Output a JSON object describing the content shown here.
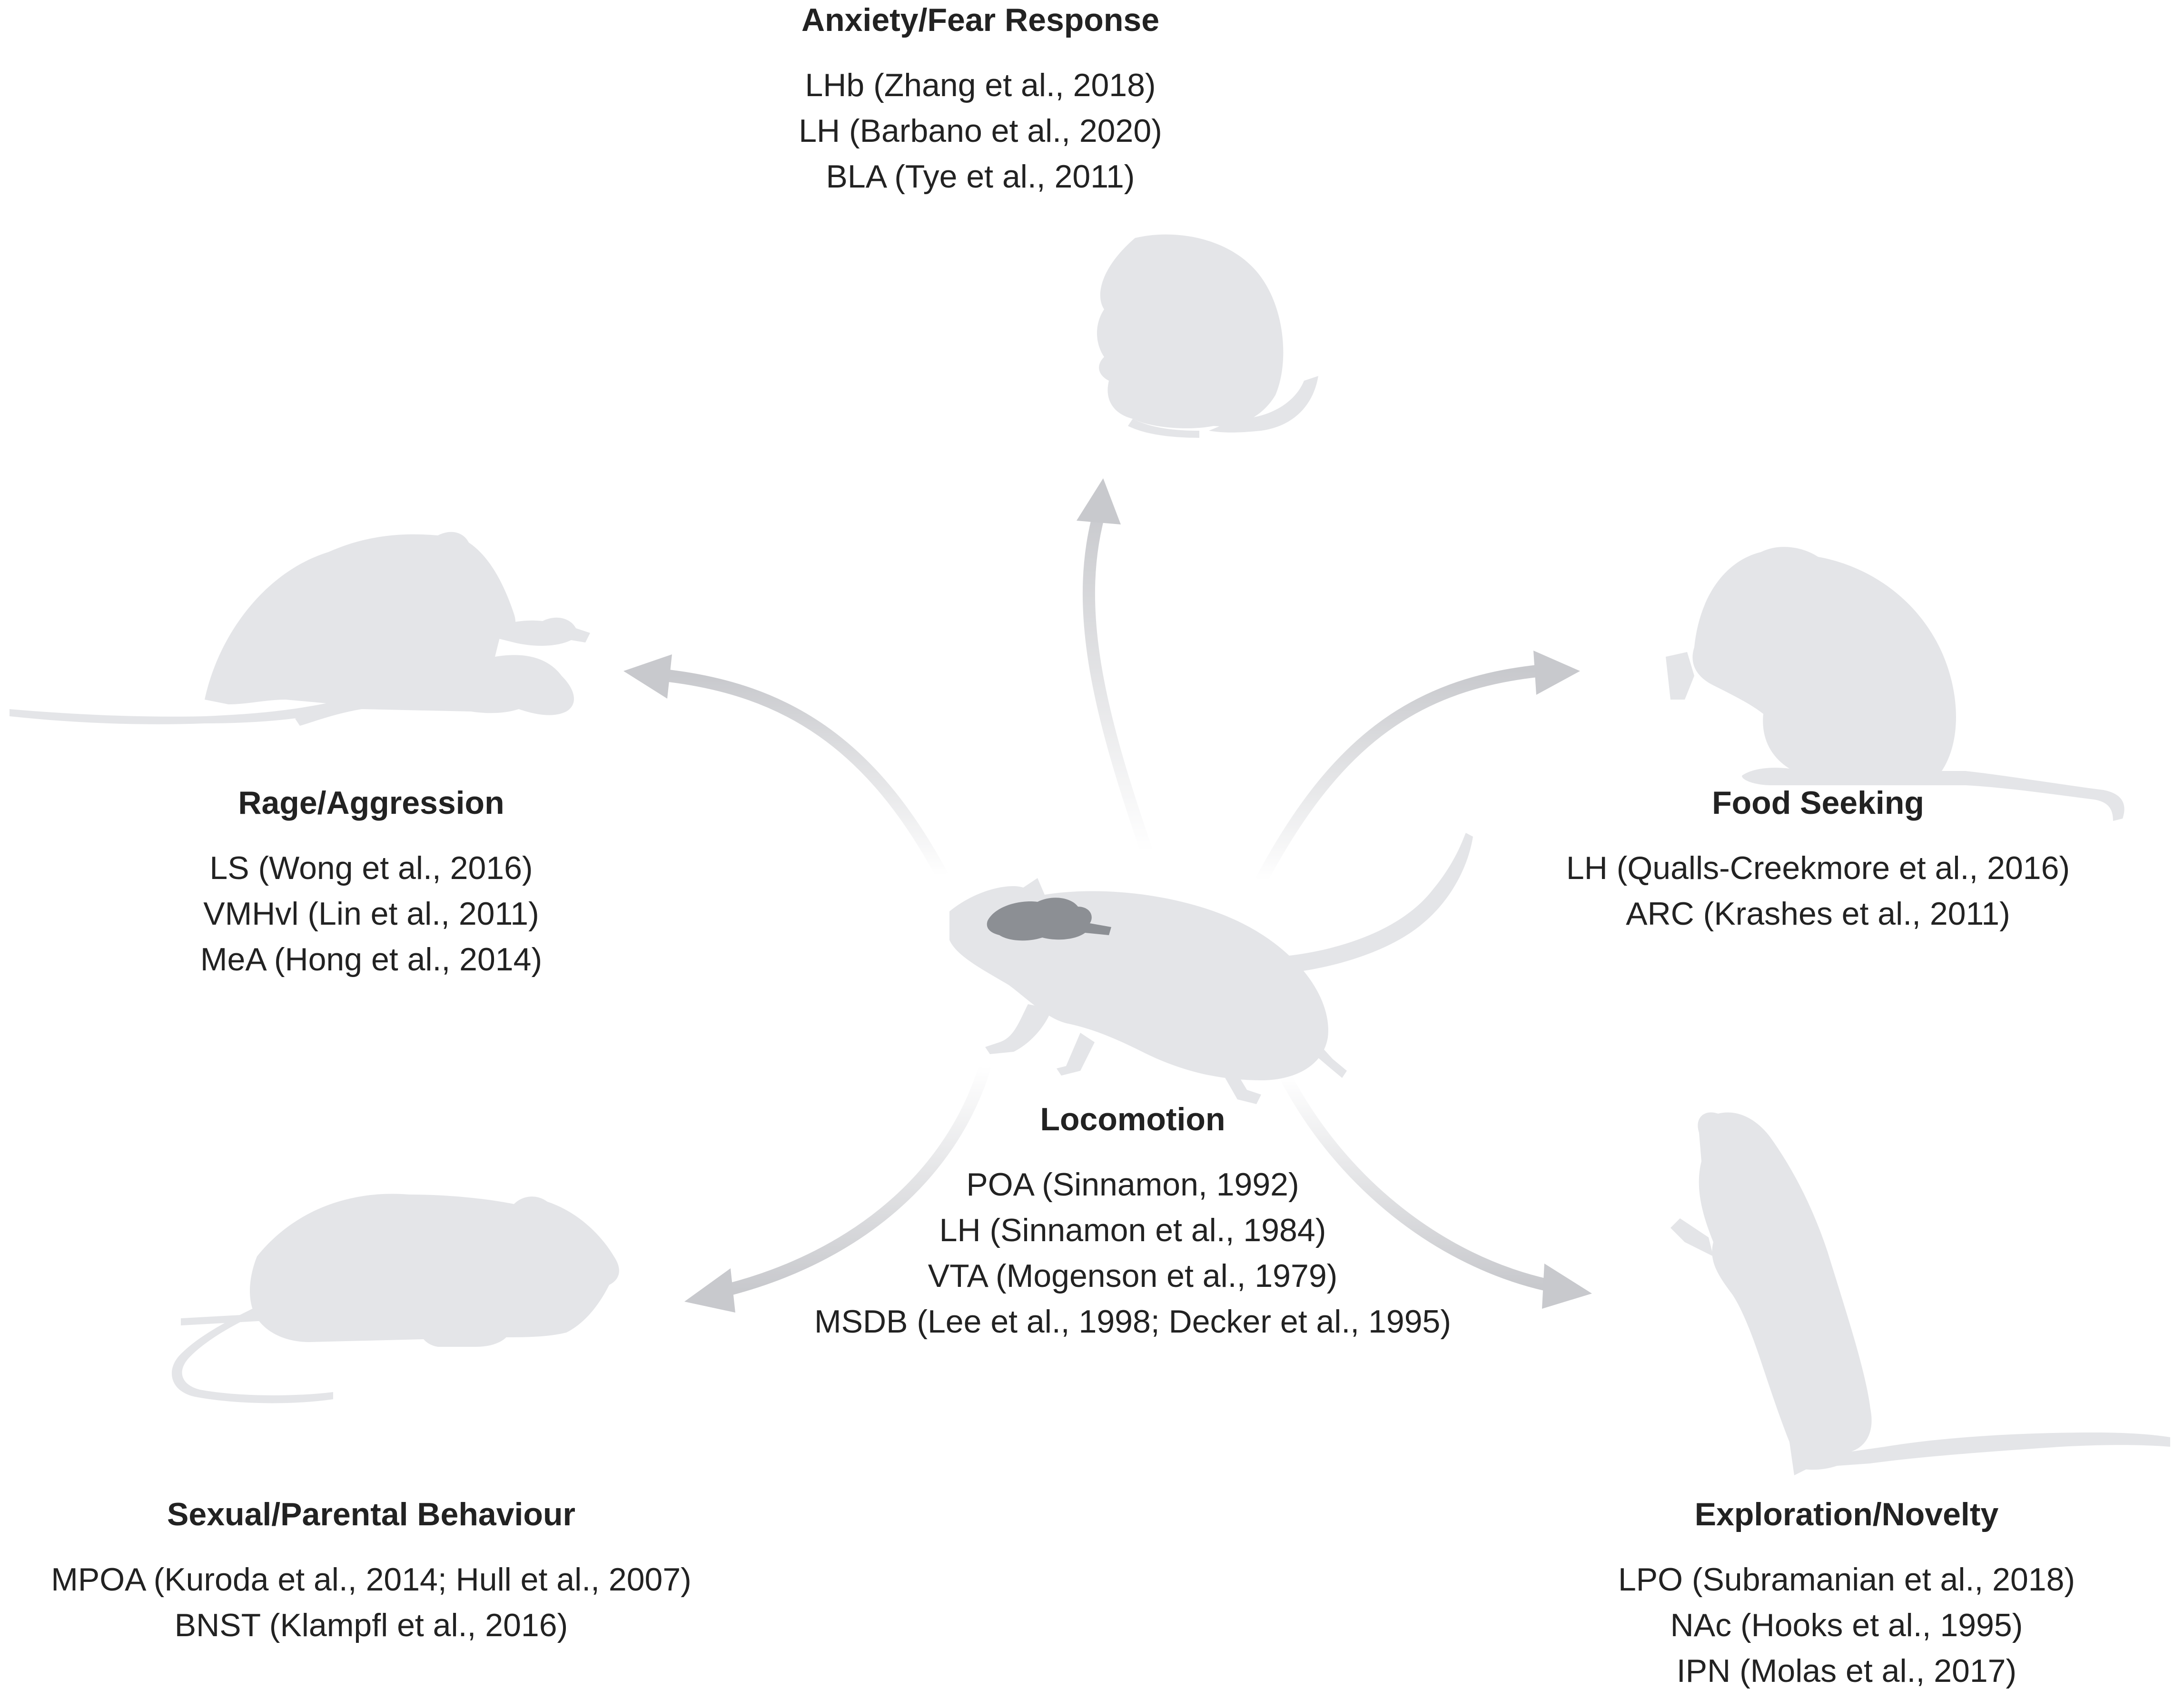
{
  "colors": {
    "silhouette": "#e4e5e8",
    "brain": "#8c8f94",
    "arrow": "#c8c9cd",
    "text": "#222222"
  },
  "center": {
    "title": "Locomotion",
    "refs": [
      "POA (Sinnamon, 1992)",
      "LH (Sinnamon et al., 1984)",
      "VTA (Mogenson et al., 1979)",
      "MSDB (Lee et al., 1998; Decker et al., 1995)"
    ],
    "icons": [
      "walking-rat-icon",
      "brain-icon"
    ]
  },
  "behaviours": [
    {
      "key": "anxiety",
      "title": "Anxiety/Fear Response",
      "refs": [
        "LHb (Zhang et al., 2018)",
        "LH (Barbano et al., 2020)",
        "BLA (Tye et al., 2011)"
      ],
      "icon": "crouching-rat-icon"
    },
    {
      "key": "rage",
      "title": "Rage/Aggression",
      "refs": [
        "LS (Wong et al., 2016)",
        "VMHvl (Lin et al., 2011)",
        "MeA (Hong et al., 2014)"
      ],
      "icon": "fighting-rats-icon"
    },
    {
      "key": "food",
      "title": "Food Seeking",
      "refs": [
        "LH (Qualls-Creekmore et al., 2016)",
        "ARC (Krashes et al., 2011)"
      ],
      "icon": "eating-rat-icon"
    },
    {
      "key": "sexual",
      "title": "Sexual/Parental Behaviour",
      "refs": [
        "MPOA (Kuroda et al., 2014; Hull et al., 2007)",
        "BNST (Klampfl et al., 2016)"
      ],
      "icon": "rat-with-pups-icon"
    },
    {
      "key": "exploration",
      "title": "Exploration/Novelty",
      "refs": [
        "LPO (Subramanian et al., 2018)",
        "NAc (Hooks et al., 1995)",
        "IPN (Molas et al., 2017)"
      ],
      "icon": "rearing-rat-icon"
    }
  ]
}
